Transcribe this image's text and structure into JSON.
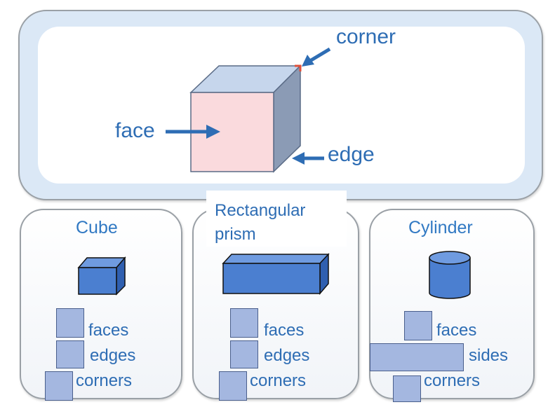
{
  "top": {
    "label_corner": "corner",
    "label_face": "face",
    "label_edge": "edge"
  },
  "colors": {
    "text_blue": "#2e6db4",
    "cube_front": "#fadadd",
    "cube_top": "#c6d6ec",
    "cube_side": "#8b9bb5",
    "solid_blue": "#4b7fd0",
    "answer_box": "#a4b7e0",
    "corner_marker": "#e0503a"
  },
  "cards": [
    {
      "title": "Cube",
      "props": [
        "faces",
        "edges",
        "corners"
      ]
    },
    {
      "title": "Rectangular\nprism",
      "props": [
        "faces",
        "edges",
        "corners"
      ]
    },
    {
      "title": "Cylinder",
      "props": [
        "faces",
        "sides",
        "corners"
      ]
    }
  ]
}
